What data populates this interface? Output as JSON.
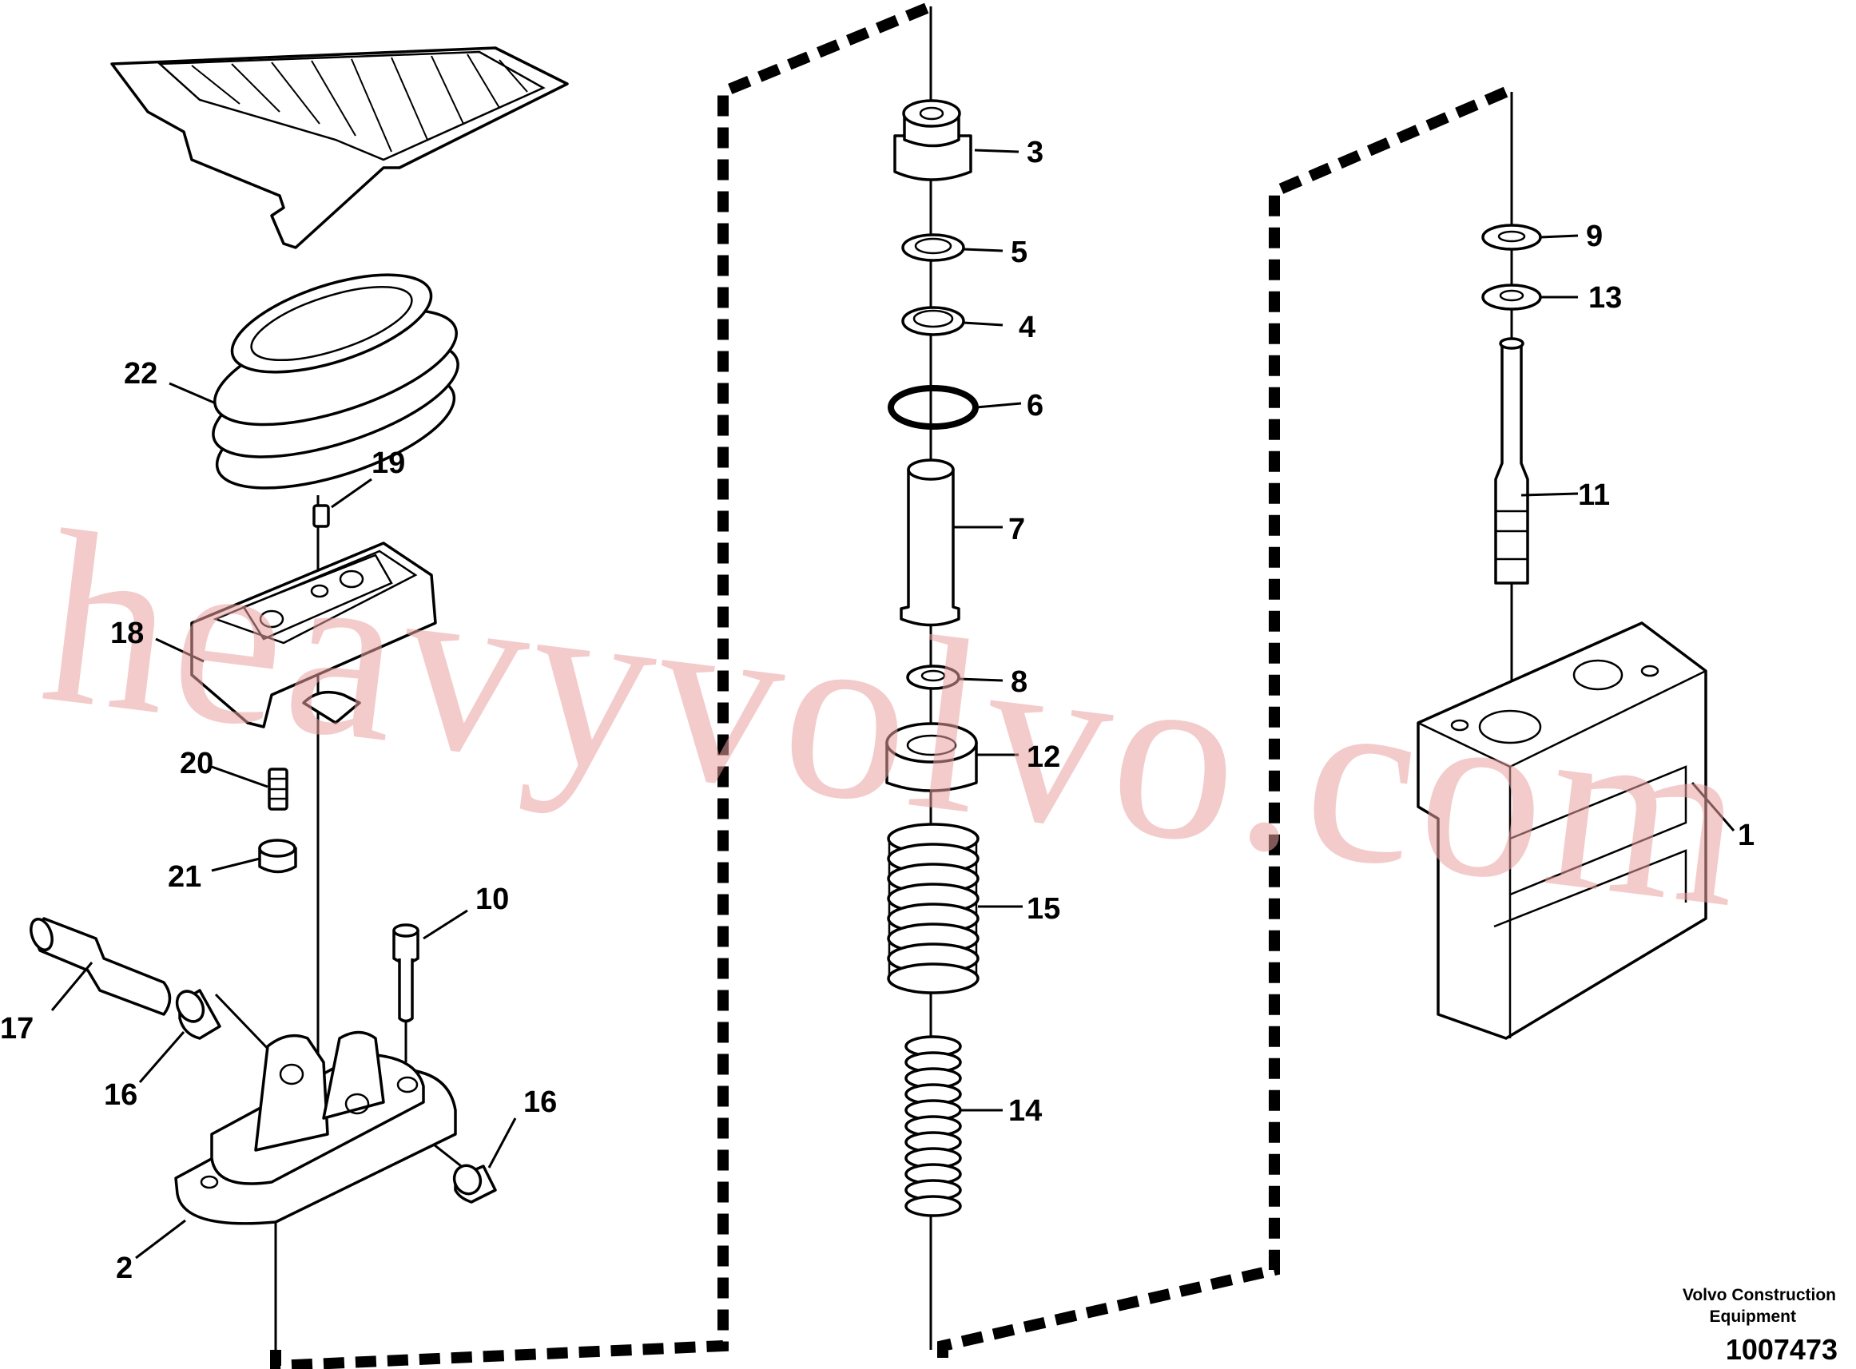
{
  "diagram": {
    "watermark": "heavyvolvo.com",
    "part_labels": [
      "1",
      "2",
      "3",
      "4",
      "5",
      "6",
      "7",
      "8",
      "9",
      "10",
      "11",
      "12",
      "13",
      "14",
      "15",
      "16",
      "16",
      "17",
      "18",
      "19",
      "20",
      "21",
      "22"
    ],
    "brand_line1": "Volvo Construction",
    "brand_line2": "Equipment",
    "document_number": "1007473"
  }
}
